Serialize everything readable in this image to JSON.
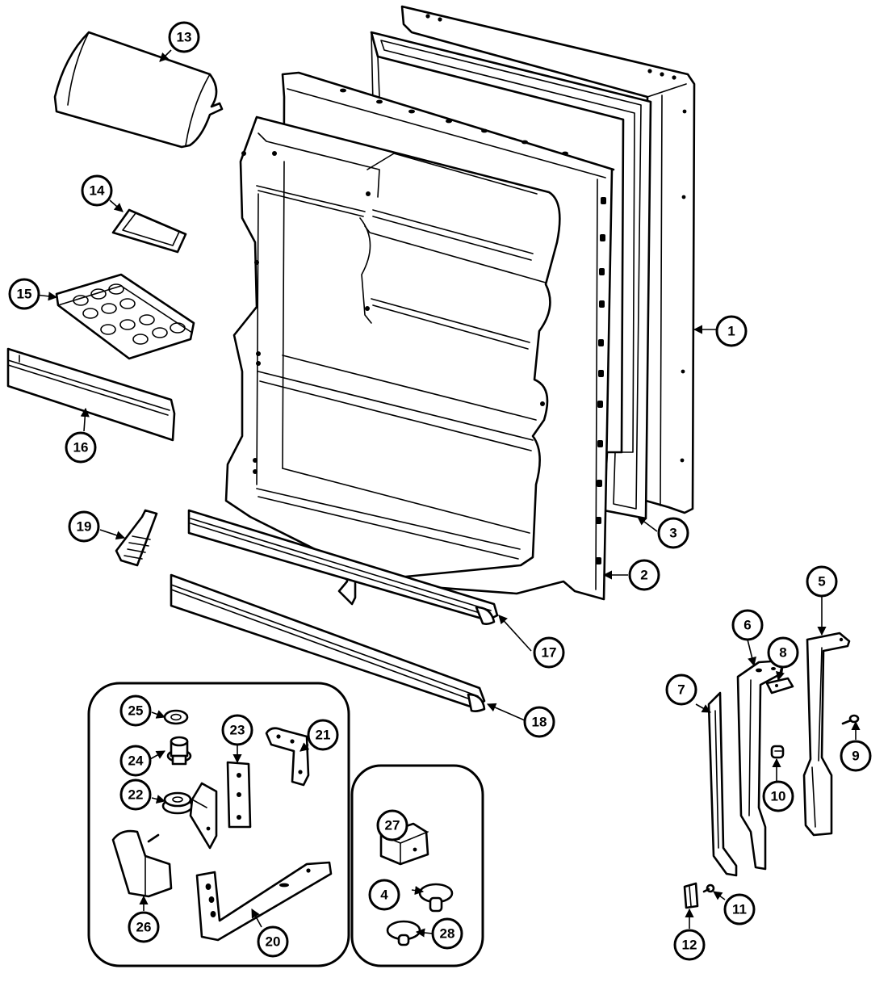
{
  "diagram": {
    "type": "exploded parts diagram",
    "subject": "refrigerator fresh food door assembly",
    "part_numbers": [
      "1",
      "2",
      "3",
      "4",
      "5",
      "6",
      "7",
      "8",
      "9",
      "10",
      "11",
      "12",
      "13",
      "14",
      "15",
      "16",
      "17",
      "18",
      "19",
      "20",
      "21",
      "22",
      "23",
      "24",
      "25",
      "26",
      "27",
      "28"
    ]
  }
}
